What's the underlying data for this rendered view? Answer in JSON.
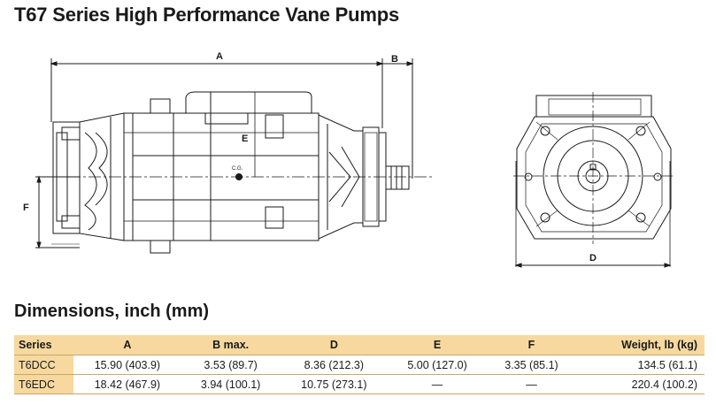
{
  "title": "T67 Series High Performance Vane Pumps",
  "drawing": {
    "labels": {
      "A": "A",
      "B": "B",
      "D": "D",
      "E": "E",
      "F": "F",
      "cg": "C.G."
    }
  },
  "dimensions": {
    "heading": "Dimensions, inch (mm)",
    "headers": [
      "Series",
      "A",
      "B max.",
      "D",
      "E",
      "F",
      "Weight,  lb (kg)"
    ],
    "rows": [
      [
        "T6DCC",
        "15.90 (403.9)",
        "3.53 (89.7)",
        "8.36 (212.3)",
        "5.00 (127.0)",
        "3.35 (85.1)",
        "134.5 (61.1)"
      ],
      [
        "T6EDC",
        "18.42 (467.9)",
        "3.94 (100.1)",
        "10.75 (273.1)",
        "—",
        "—",
        "220.4 (100.2)"
      ]
    ]
  }
}
